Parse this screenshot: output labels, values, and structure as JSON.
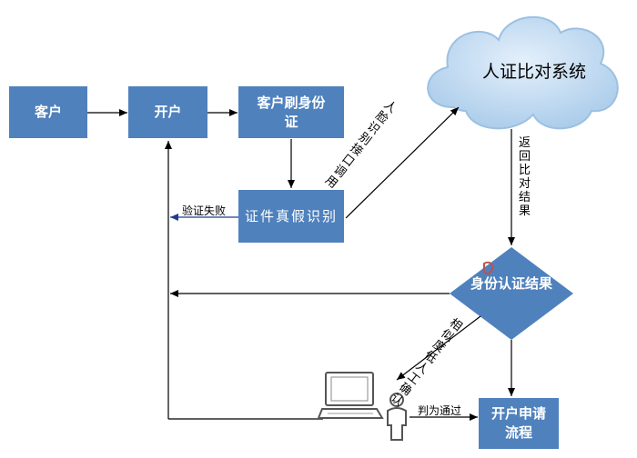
{
  "nodes": {
    "customer": "客户",
    "open_account": "开户",
    "swipe_id": "客户刷身份证",
    "id_check": "证件真假识别",
    "system": "人证比对系统",
    "result": "身份认证结果",
    "process": "开户申请流程"
  },
  "edges": {
    "call_interface": "人脸识别接口调用",
    "return_result": "返回比对结果",
    "verify_fail": "验证失败",
    "low_similarity": "相似度低人工确认",
    "judged_pass": "判为通过"
  },
  "colors": {
    "box_fill": "#4f81bd",
    "line": "#000000",
    "feedback_line": "#1f3e8a",
    "cloud_fill": "#b9d5ee"
  },
  "icons": {
    "cloud": "cloud-icon",
    "computer": "computer-icon",
    "person": "person-icon"
  }
}
